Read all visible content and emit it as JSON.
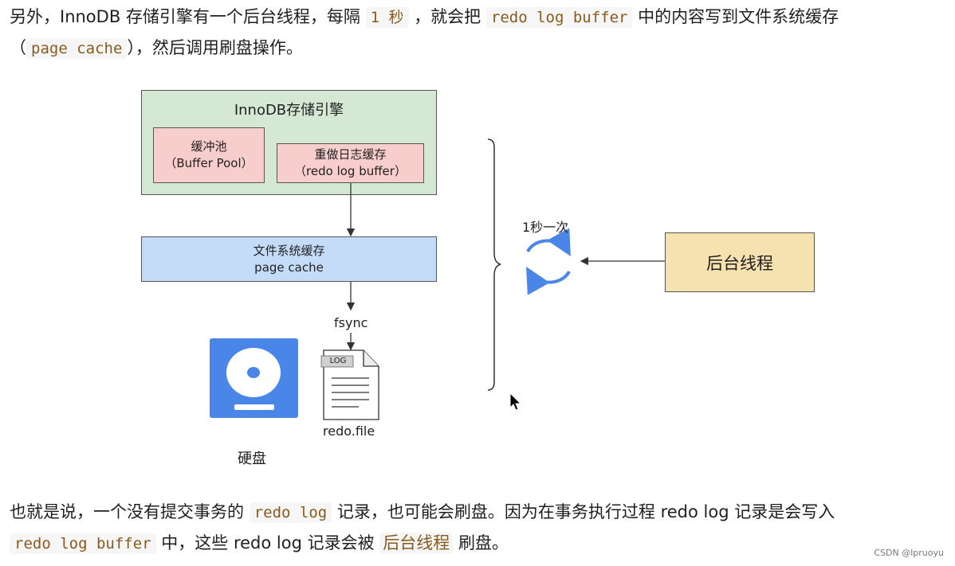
{
  "para1": {
    "line1_prefix": "另外，InnoDB 存储引擎有一个后台线程，每隔",
    "line1_code1": "1 秒",
    "line1_mid": "，就会把",
    "line1_code2": "redo log buffer",
    "line1_suffix": "中的内容写到文件系统缓存",
    "line2_open": "（",
    "line2_code": "page cache",
    "line2_suffix": "），然后调用刷盘操作。"
  },
  "diagram": {
    "engine_title": "InnoDB存储引擎",
    "buffer_pool_line1": "缓冲池",
    "buffer_pool_line2": "（Buffer Pool）",
    "redo_buffer_line1": "重做日志缓存",
    "redo_buffer_line2": "（redo log buffer）",
    "fs_cache_line1": "文件系统缓存",
    "fs_cache_line2": "page cache",
    "fsync_label": "fsync",
    "disk_label": "硬盘",
    "log_tag": "LOG",
    "file_label": "redo.file",
    "interval_label": "1秒一次",
    "thread_label": "后台线程"
  },
  "para2": {
    "line1_prefix": "也就是说，一个没有提交事务的",
    "line1_code": "redo log",
    "line1_suffix": "记录，也可能会刷盘。因为在事务执行过程 redo log 记录是会写入",
    "line2_code": "redo log buffer",
    "line2_mid": "中，这些 redo log 记录会被",
    "line2_hl": "后台线程",
    "line2_suffix": "刷盘。"
  },
  "watermark": "CSDN @lpruoyu",
  "colors": {
    "engine_fill": "#d5e8d4",
    "buffer_fill": "#f8cecc",
    "cache_fill": "#c5dcf8",
    "thread_fill": "#f6e1b0",
    "disk_blue": "#4a86e8",
    "code_text": "#8a5a1c"
  }
}
